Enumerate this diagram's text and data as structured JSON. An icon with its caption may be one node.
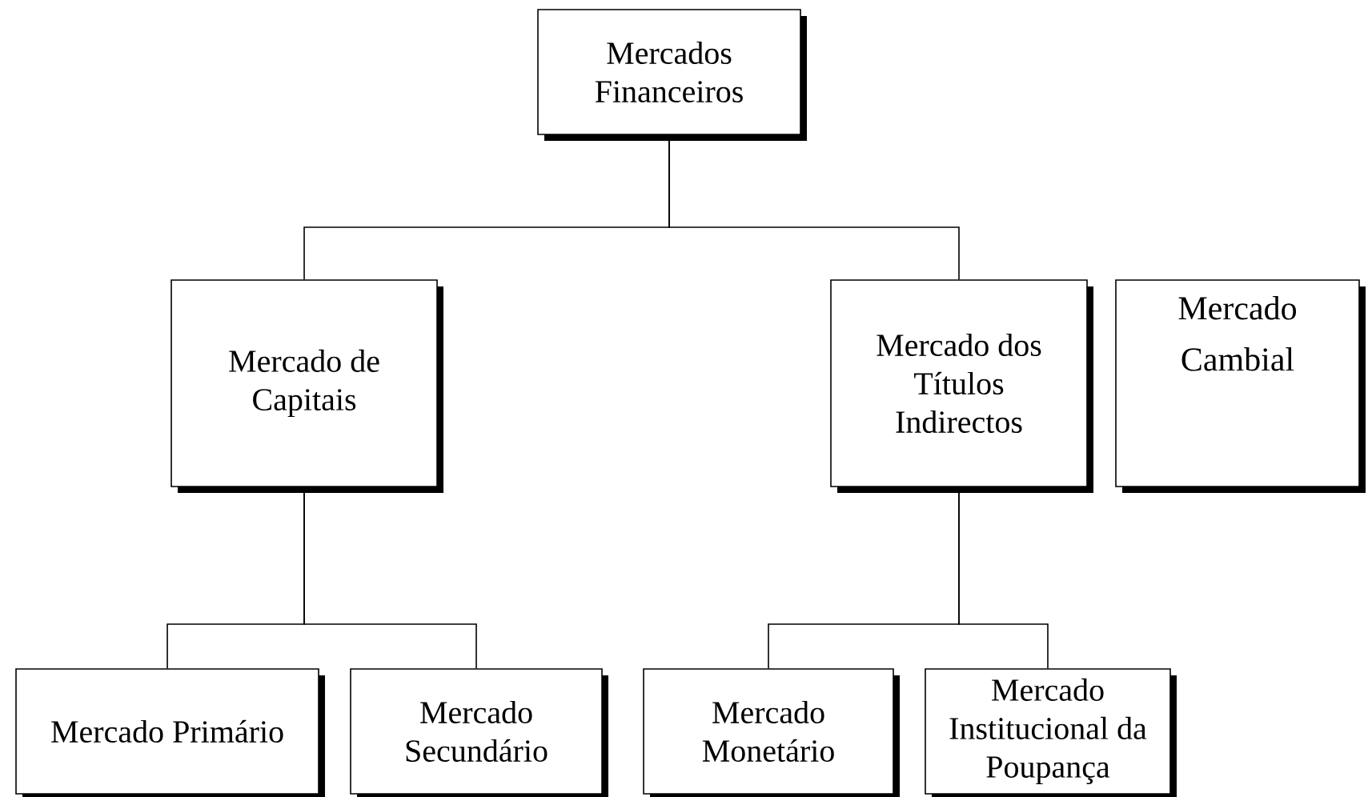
{
  "diagram": {
    "nodes": [
      {
        "text": [
          "Mercados Financeiros"
        ]
      },
      {
        "text": [
          "Mercado de Capitais"
        ]
      },
      {
        "text": [
          "Mercado dos Títulos Indirectos"
        ]
      },
      {
        "text": [
          "Mercado Cambial"
        ]
      },
      {
        "text": [
          "Mercado Primário"
        ]
      },
      {
        "text": [
          "Mercado Secundário"
        ]
      },
      {
        "text": [
          "Mercado Monetário"
        ]
      },
      {
        "text": [
          "Mercado Institucional da Poupança"
        ]
      }
    ],
    "edges": [
      {
        "from": 0,
        "to": 1,
        "arrow": "none"
      },
      {
        "from": 0,
        "to": 2,
        "arrow": "none"
      },
      {
        "from": 1,
        "to": 4,
        "arrow": "none"
      },
      {
        "from": 1,
        "to": 5,
        "arrow": "none"
      },
      {
        "from": 2,
        "to": 6,
        "arrow": "none"
      },
      {
        "from": 2,
        "to": 7,
        "arrow": "none"
      }
    ]
  }
}
